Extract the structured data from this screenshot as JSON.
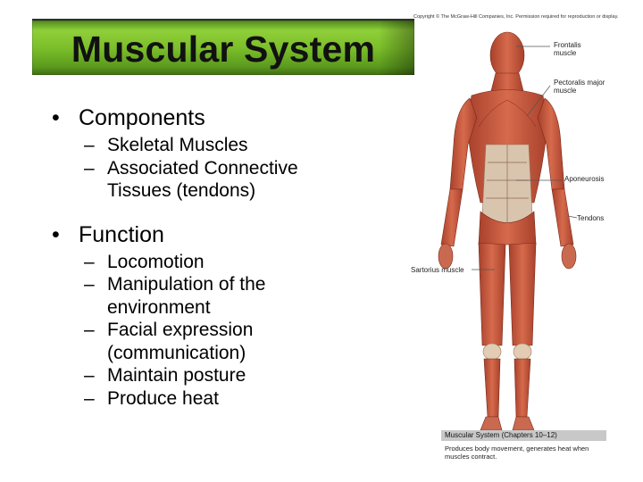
{
  "slide": {
    "title": "Muscular System",
    "bullets": [
      {
        "text": "Components",
        "items": [
          "Skeletal Muscles",
          "Associated Connective",
          "Tissues (tendons)"
        ]
      },
      {
        "text": "Function",
        "items": [
          "Locomotion",
          "Manipulation of the",
          "environment",
          "Facial expression",
          "(communication)",
          "Maintain posture",
          "Produce heat"
        ]
      }
    ]
  },
  "figure": {
    "copyright": "Copyright © The McGraw-Hill Companies, Inc. Permission required for reproduction or display.",
    "labels": {
      "frontalis_1": "Frontalis",
      "frontalis_2": "muscle",
      "pectoralis": "Pectoralis major muscle",
      "aponeurosis": "Aponeurosis",
      "tendons": "Tendons",
      "sartorius": "Sartorius muscle"
    },
    "caption_title": "Muscular System (Chapters 10–12)",
    "caption_text": "Produces body movement, generates heat when muscles contract.",
    "colors": {
      "muscle": "#c4553a",
      "tendon": "#e8d2b8",
      "title_bar": "#7cbf2a"
    }
  }
}
